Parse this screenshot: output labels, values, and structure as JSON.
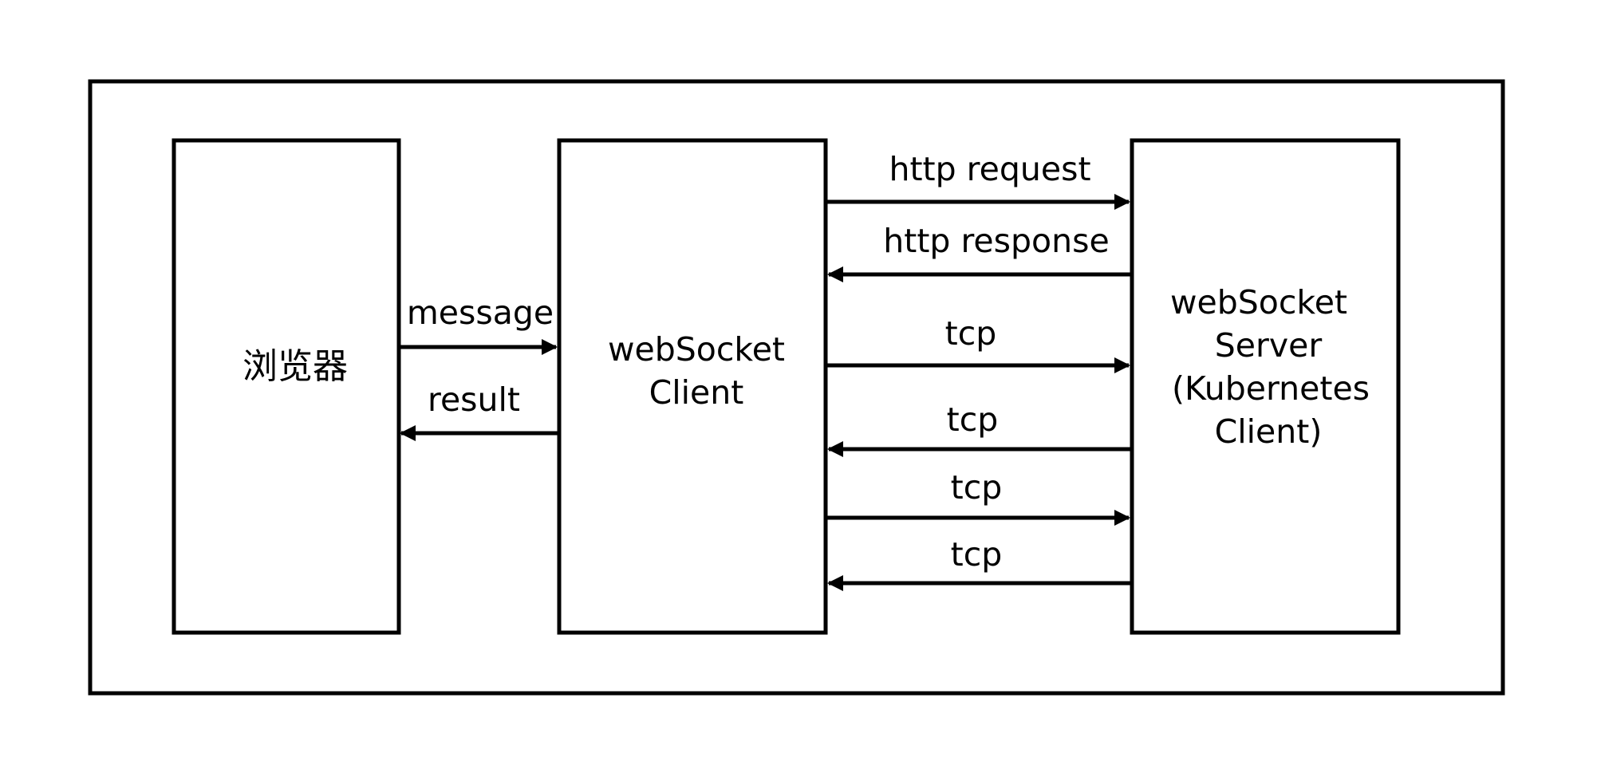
{
  "nodes": {
    "browser": {
      "label": "浏览器"
    },
    "client": {
      "lines": [
        "webSocket",
        "Client"
      ]
    },
    "server": {
      "lines": [
        "webSocket",
        "Server",
        "(Kubernetes",
        "Client)"
      ]
    }
  },
  "edges": [
    {
      "id": "message",
      "label": "message",
      "direction": "right"
    },
    {
      "id": "result",
      "label": "result",
      "direction": "left"
    },
    {
      "id": "http-request",
      "label": "http request",
      "direction": "right"
    },
    {
      "id": "http-response",
      "label": "http response",
      "direction": "left"
    },
    {
      "id": "tcp-1",
      "label": "tcp",
      "direction": "right"
    },
    {
      "id": "tcp-2",
      "label": "tcp",
      "direction": "left"
    },
    {
      "id": "tcp-3",
      "label": "tcp",
      "direction": "right"
    },
    {
      "id": "tcp-4",
      "label": "tcp",
      "direction": "left"
    }
  ],
  "colors": {
    "stroke": "#000000",
    "background": "#ffffff"
  }
}
